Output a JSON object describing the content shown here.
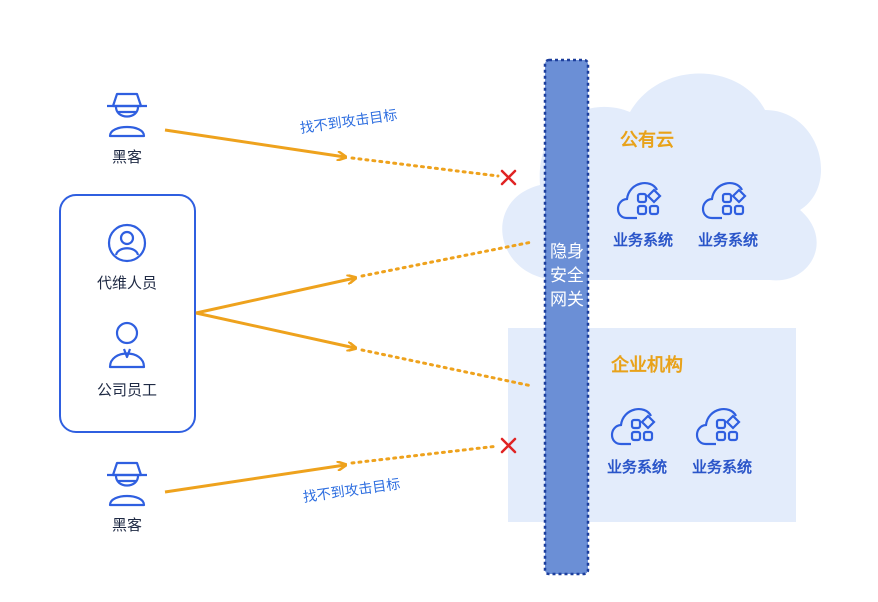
{
  "actors": {
    "hacker_top": "黑客",
    "maintainer": "代维人员",
    "employee": "公司员工",
    "hacker_bottom": "黑客"
  },
  "messages": {
    "top": "找不到攻击目标",
    "bottom": "找不到攻击目标"
  },
  "gateway": {
    "label": "隐身安全网关"
  },
  "public_cloud": {
    "title": "公有云",
    "services": [
      "业务系统",
      "业务系统"
    ]
  },
  "enterprise": {
    "title": "企业机构",
    "services": [
      "业务系统",
      "业务系统"
    ]
  },
  "colors": {
    "accent_blue": "#2f5fe0",
    "arrow_orange": "#eea21d",
    "blocked_red": "#e02323",
    "gateway_fill": "#6b8fd6",
    "cloud_fill": "#e3ecfb"
  }
}
